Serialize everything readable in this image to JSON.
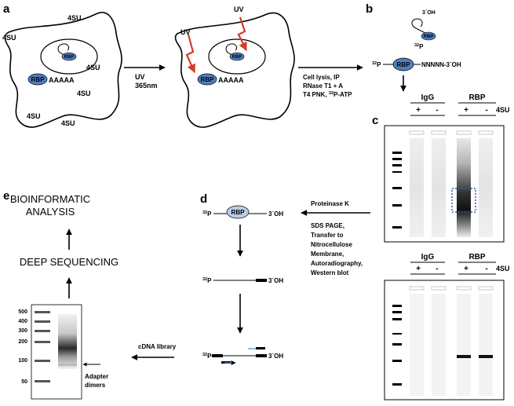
{
  "panels": {
    "a": "a",
    "b": "b",
    "c": "c",
    "d": "d",
    "e": "e"
  },
  "colors": {
    "rbp_fill": "#4f7fc0",
    "rbp_light": "#b9cde8",
    "uv_red": "#d63a2a",
    "cdna_blue": "#5b8fd0",
    "box_blue": "#2f5fa8"
  },
  "labels": {
    "four_su": "4SU",
    "rbp": "RBP",
    "aaaaa": "AAAAA",
    "uv": "UV",
    "uv_nm": "365nm",
    "p32_sup": "32",
    "p32_letter": "P",
    "oh_sup_3": "3´OH",
    "oh_3": "3´OH",
    "nnnnn": "NNNNN-3´OH",
    "igg": "IgG",
    "plus": "+",
    "minus": "-"
  },
  "steps": {
    "lysis": [
      "Cell lysis, IP",
      "RNase T1 + A"
    ],
    "pnk_prefix": "T4 PNK, ",
    "pnk_sup": "32",
    "pnk_suffix": "P-ATP",
    "proteinase": "Proteinase K",
    "sds": [
      "SDS PAGE,",
      "Transfer to",
      "Nitrocellulose",
      "Membrane,",
      "Autoradiography,",
      "Western blot"
    ],
    "cdna": "cDNA library",
    "deep": "DEEP SEQUENCING",
    "bio": [
      "BIOINFORMATIC",
      "ANALYSIS"
    ],
    "adapter": [
      "Adapter",
      "dimers"
    ]
  },
  "ladder": [
    "500",
    "400",
    "300",
    "200",
    "100",
    "50"
  ]
}
